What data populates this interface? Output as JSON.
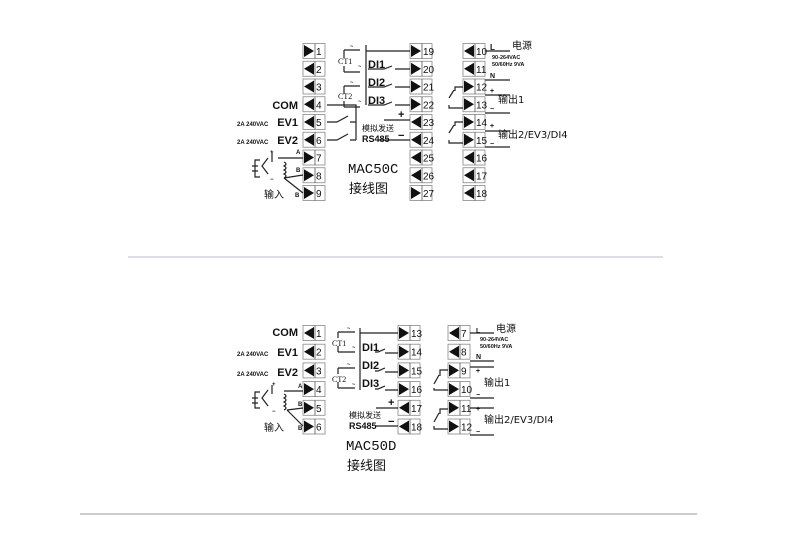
{
  "diagrams": [
    {
      "model": "MAC50C",
      "caption": "接线图",
      "com_label": "COM",
      "ev1_label": "EV1",
      "ev2_label": "EV2",
      "ev_rating": "2A 240VAC",
      "ct1": "CT1",
      "ct2": "CT2",
      "di1": "DI1",
      "di2": "DI2",
      "di3": "DI3",
      "analog_out": "模拟发送",
      "rs485": "RS485",
      "plus": "+",
      "minus": "−",
      "power": "电源",
      "power_voltage": "90-264VAC",
      "power_freq": "50/60Hz 9VA",
      "L": "L",
      "N": "N",
      "output1": "输出1",
      "output2": "输出2/EV3/DI4",
      "input": "输入",
      "A": "A",
      "B": "B",
      "tilde": "~",
      "columns": [
        [
          {
            "n": "1",
            "dir": "right"
          },
          {
            "n": "2",
            "dir": "left"
          },
          {
            "n": "3",
            "dir": "left"
          },
          {
            "n": "4",
            "dir": "left"
          },
          {
            "n": "5",
            "dir": "left"
          },
          {
            "n": "6",
            "dir": "left"
          },
          {
            "n": "7",
            "dir": "right"
          },
          {
            "n": "8",
            "dir": "right"
          },
          {
            "n": "9",
            "dir": "right"
          }
        ],
        [
          {
            "n": "19",
            "dir": "right"
          },
          {
            "n": "20",
            "dir": "right"
          },
          {
            "n": "21",
            "dir": "right"
          },
          {
            "n": "22",
            "dir": "right"
          },
          {
            "n": "23",
            "dir": "left"
          },
          {
            "n": "24",
            "dir": "left"
          },
          {
            "n": "25",
            "dir": "left"
          },
          {
            "n": "26",
            "dir": "left"
          },
          {
            "n": "27",
            "dir": "right"
          }
        ],
        [
          {
            "n": "10",
            "dir": "left"
          },
          {
            "n": "11",
            "dir": "left"
          },
          {
            "n": "12",
            "dir": "right"
          },
          {
            "n": "13",
            "dir": "right"
          },
          {
            "n": "14",
            "dir": "right"
          },
          {
            "n": "15",
            "dir": "right"
          },
          {
            "n": "16",
            "dir": "left"
          },
          {
            "n": "17",
            "dir": "left"
          },
          {
            "n": "18",
            "dir": "left"
          }
        ]
      ]
    },
    {
      "model": "MAC50D",
      "caption": "接线图",
      "com_label": "COM",
      "ev1_label": "EV1",
      "ev2_label": "EV2",
      "ev_rating": "2A 240VAC",
      "ct1": "CT1",
      "ct2": "CT2",
      "di1": "DI1",
      "di2": "DI2",
      "di3": "DI3",
      "analog_out": "模拟发送",
      "rs485": "RS485",
      "plus": "+",
      "minus": "−",
      "power": "电源",
      "power_voltage": "90-264VAC",
      "power_freq": "50/60Hz 9VA",
      "L": "L",
      "N": "N",
      "output1": "输出1",
      "output2": "输出2/EV3/DI4",
      "input": "输入",
      "A": "A",
      "B": "B",
      "tilde": "~",
      "columns": [
        [
          {
            "n": "1",
            "dir": "left"
          },
          {
            "n": "2",
            "dir": "left"
          },
          {
            "n": "3",
            "dir": "left"
          },
          {
            "n": "4",
            "dir": "right"
          },
          {
            "n": "5",
            "dir": "right"
          },
          {
            "n": "6",
            "dir": "right"
          }
        ],
        [
          {
            "n": "13",
            "dir": "right"
          },
          {
            "n": "14",
            "dir": "right"
          },
          {
            "n": "15",
            "dir": "right"
          },
          {
            "n": "16",
            "dir": "right"
          },
          {
            "n": "17",
            "dir": "left"
          },
          {
            "n": "18",
            "dir": "left"
          }
        ],
        [
          {
            "n": "7",
            "dir": "left"
          },
          {
            "n": "8",
            "dir": "left"
          },
          {
            "n": "9",
            "dir": "right"
          },
          {
            "n": "10",
            "dir": "right"
          },
          {
            "n": "11",
            "dir": "right"
          },
          {
            "n": "12",
            "dir": "right"
          }
        ]
      ]
    }
  ]
}
